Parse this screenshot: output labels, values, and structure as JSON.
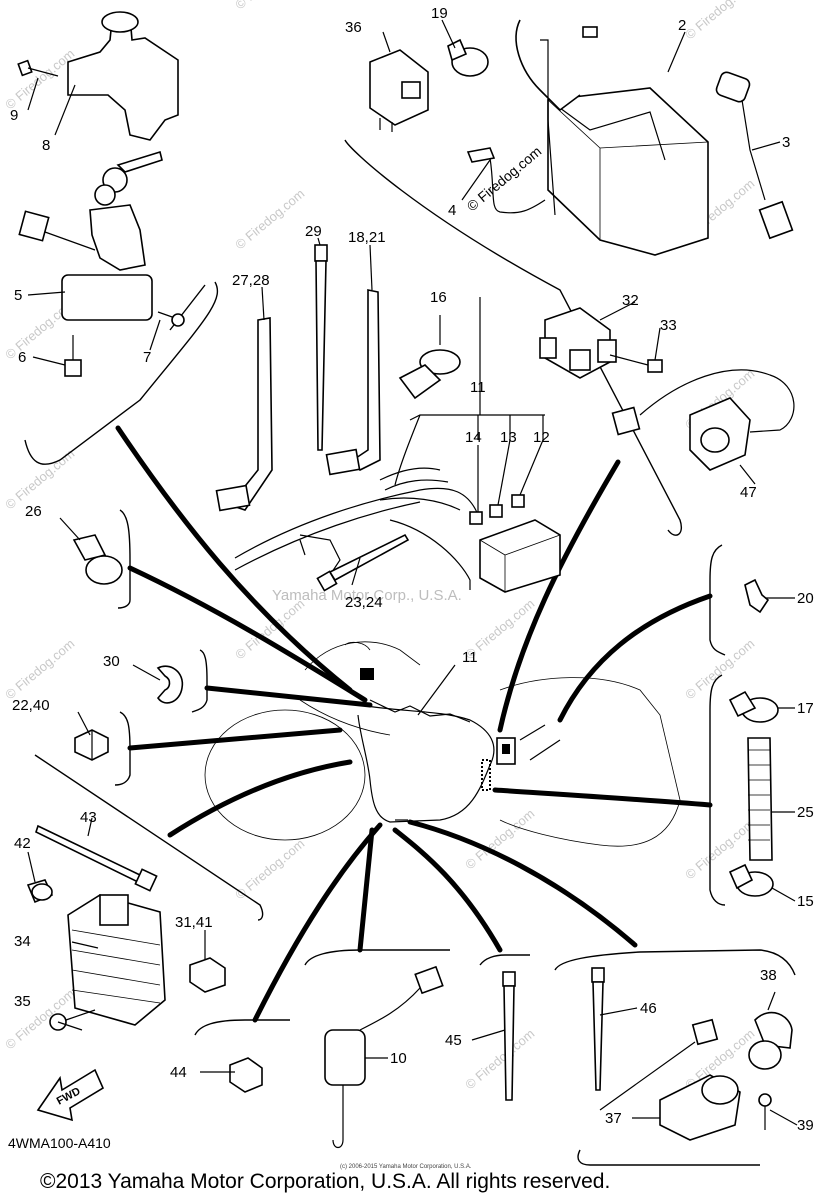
{
  "watermarks": {
    "firedog": "© Firedog.com",
    "center": "Yamaha Motor Corp., U.S.A.",
    "fine_print": "(c) 2006-2015 Yamaha Motor Corporation, U.S.A."
  },
  "labels": {
    "p1": "2",
    "p2": "3",
    "p3": "4",
    "p4": "5",
    "p5": "6",
    "p6": "7",
    "p7": "8",
    "p8": "9",
    "p9": "10",
    "p10": "11",
    "p10b": "11",
    "p11": "12",
    "p12": "13",
    "p13": "14",
    "p14": "15",
    "p15": "16",
    "p16": "17",
    "p17": "18,21",
    "p18": "19",
    "p19": "20",
    "p20": "22,40",
    "p21": "23,24",
    "p22": "25",
    "p23": "26",
    "p24": "27,28",
    "p25": "29",
    "p26": "30",
    "p27": "31,41",
    "p28": "32",
    "p29": "33",
    "p30": "34",
    "p31": "35",
    "p32": "36",
    "p33": "37",
    "p34": "38",
    "p35": "39",
    "p36": "42",
    "p37": "43",
    "p38": "44",
    "p39": "45",
    "p40": "46",
    "p41": "47"
  },
  "fwd_label": "FWD",
  "diagram_code": "4WMA100-A410",
  "copyright": "©2013 Yamaha Motor Corporation, U.S.A. All rights reserved."
}
